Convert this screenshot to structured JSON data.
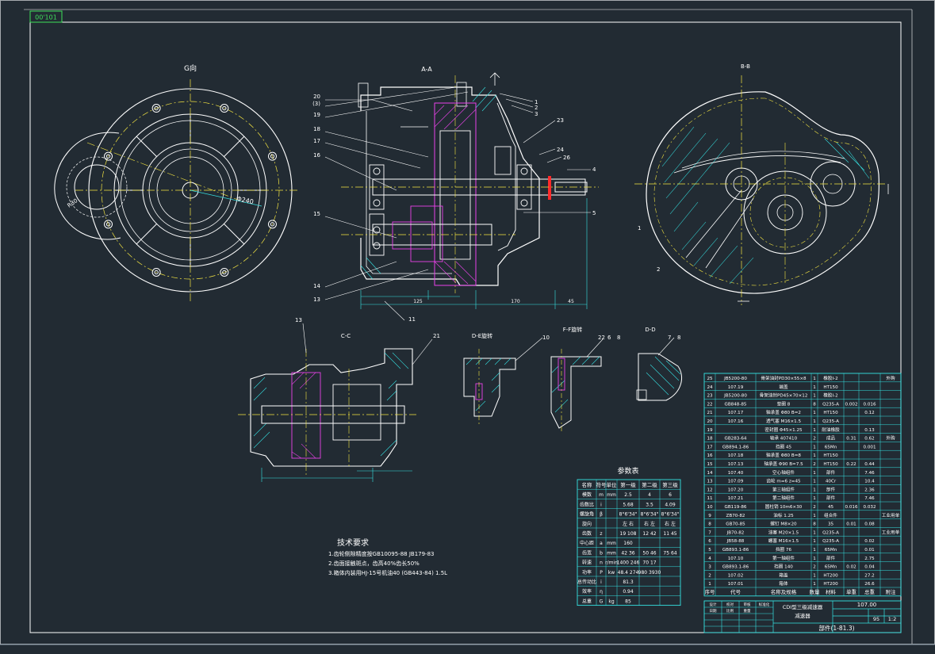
{
  "corner_tag": "00'101",
  "views": {
    "g_view": "G向",
    "a_a": "A-A",
    "b_b": "B-B",
    "c_c": "C-C",
    "d_rot": "D-E旋转",
    "f_rot": "F-F旋转",
    "d_d": "D-D"
  },
  "leader_numbers": {
    "left_col": [
      "20",
      "(3)",
      "19",
      "18",
      "17",
      "16",
      "15",
      "14",
      "13"
    ],
    "right_col": [
      "1",
      "2",
      "3",
      "23",
      "24",
      "26",
      "4",
      "5"
    ],
    "bottom": "11",
    "cc_top": "13",
    "cc_right": "21",
    "d_ref": "10",
    "f_ref": [
      "22",
      "6",
      "8"
    ],
    "dd_ref": [
      "7",
      "8"
    ],
    "bb_left": [
      "1",
      "2"
    ]
  },
  "dimension_labels": {
    "g_dia": "Φ240",
    "g_side": "R30",
    "aa_bottom": [
      "125",
      "170",
      "45"
    ]
  },
  "tech_req": {
    "title": "技术要求",
    "lines": [
      "1.齿轮侧隙精度按GB10095-88   JB179-83",
      "2.齿面接触斑点，齿高40%齿长50%",
      "3.箱体内装用HJ-15号机油40 (GB443-84) 1.5L"
    ]
  },
  "param_table": {
    "title": "参数表",
    "header": [
      "名称",
      "符号",
      "单位",
      "第一级",
      "第二级",
      "第三级"
    ],
    "rows": [
      [
        "模数",
        "m",
        "mm",
        "2.5",
        "4",
        "6"
      ],
      [
        "齿数比",
        "i",
        "",
        "5.68",
        "3.5",
        "4.09"
      ],
      [
        "螺旋角",
        "β",
        "",
        "8°6'34\"",
        "8°6'34\"",
        "8°6'34\""
      ],
      [
        "旋向",
        "",
        "",
        "左 右",
        "右 左",
        "右 左"
      ],
      [
        "齿数",
        "z",
        "",
        "19 108",
        "12 42",
        "11 45"
      ],
      [
        "中心距",
        "a",
        "mm",
        "160",
        "",
        ""
      ],
      [
        "齿宽",
        "b",
        "mm",
        "42 36",
        "50 46",
        "75 64"
      ],
      [
        "转速",
        "n",
        "r/min",
        "1400 246",
        "70 17",
        ""
      ],
      [
        "功率",
        "P",
        "kw",
        "48.4 274",
        "980 3930",
        ""
      ],
      [
        "总传动比",
        "i",
        "",
        "81.3",
        "",
        ""
      ],
      [
        "效率",
        "η",
        "",
        "0.94",
        "",
        ""
      ],
      [
        "总重",
        "G",
        "kg",
        "85",
        "",
        ""
      ]
    ]
  },
  "bom": {
    "rows": [
      [
        "25",
        "JB5200-80",
        "骨架油封PD30×55×8",
        "1",
        "橡胶I-2",
        "",
        "",
        "外购"
      ],
      [
        "24",
        "107.19",
        "端盖",
        "1",
        "HT150",
        "",
        "",
        ""
      ],
      [
        "23",
        "JB5200-80",
        "骨架油封PD45×70×12",
        "1",
        "橡胶I-2",
        "",
        "",
        ""
      ],
      [
        "22",
        "GB848-85",
        "垫圈 8",
        "8",
        "Q235-A",
        "0.002",
        "0.016",
        ""
      ],
      [
        "21",
        "107.17",
        "轴承盖 Φ80 B=2",
        "1",
        "HT150",
        "",
        "0.12",
        ""
      ],
      [
        "20",
        "107.16",
        "透气塞 M16×1.5",
        "1",
        "Q235-A",
        "",
        "",
        ""
      ],
      [
        "19",
        "",
        "密封圈 Φ45×1.25",
        "1",
        "耐油橡胶",
        "",
        "0.13",
        ""
      ],
      [
        "18",
        "GB283-64",
        "轴承 407410",
        "2",
        "成品",
        "0.31",
        "0.62",
        "外购"
      ],
      [
        "17",
        "GB894.1-86",
        "挡圈 45",
        "1",
        "65Mn",
        "",
        "0.001",
        ""
      ],
      [
        "16",
        "107.18",
        "轴承盖 Φ80 B=8",
        "1",
        "HT150",
        "",
        "",
        ""
      ],
      [
        "15",
        "107.13",
        "轴承盖 Φ90 B=7.5",
        "2",
        "HT150",
        "0.22",
        "0.44",
        ""
      ],
      [
        "14",
        "107.40",
        "空心轴组件",
        "1",
        "部件",
        "",
        "7.46",
        ""
      ],
      [
        "13",
        "107.09",
        "齿轮 m=6 z=45",
        "1",
        "40Cr",
        "",
        "10.4",
        ""
      ],
      [
        "12",
        "107.20",
        "第三轴组件",
        "1",
        "部件",
        "",
        "2.36",
        ""
      ],
      [
        "11",
        "107.21",
        "第二轴组件",
        "1",
        "部件",
        "",
        "7.46",
        ""
      ],
      [
        "10",
        "GB119-86",
        "圆柱销 10m6×30",
        "2",
        "45",
        "0.016",
        "0.032",
        ""
      ],
      [
        "9",
        "ZB70-82",
        "油标 1.25",
        "1",
        "组合件",
        "",
        "",
        "工业用单"
      ],
      [
        "8",
        "GB70-85",
        "螺钉 M8×20",
        "8",
        "35",
        "0.01",
        "0.08",
        ""
      ],
      [
        "7",
        "JB70-82",
        "油塞 M20×1.5",
        "1",
        "Q235-A",
        "",
        "",
        "工业用单"
      ],
      [
        "6",
        "JB58-88",
        "螺塞 M16×1.5",
        "1",
        "Q235-A",
        "",
        "0.02",
        ""
      ],
      [
        "5",
        "GB893.1-86",
        "挡圈 76",
        "1",
        "65Mn",
        "",
        "0.01",
        ""
      ],
      [
        "4",
        "107.10",
        "第一轴组件",
        "1",
        "部件",
        "",
        "2.75",
        ""
      ],
      [
        "3",
        "GB893.1-86",
        "挡圈 140",
        "2",
        "65Mn",
        "0.02",
        "0.04",
        ""
      ],
      [
        "2",
        "107.02",
        "箱盖",
        "1",
        "HT200",
        "",
        "27.2",
        ""
      ],
      [
        "1",
        "107.01",
        "箱体",
        "1",
        "HT200",
        "",
        "26.6",
        ""
      ]
    ],
    "header": [
      "序号",
      "代号",
      "名称及规格",
      "数量",
      "材料",
      "单重",
      "总重",
      "附注"
    ]
  },
  "title_block": {
    "code": "107.00",
    "name_line1": "CDI型三级减速器",
    "name_line2": "减速器",
    "drawing_no": "部件(1-81.3)",
    "scale": "1:2",
    "sheet": "95",
    "small_cells": [
      "设计",
      "校对",
      "审核",
      "标准化",
      "日期",
      "比例",
      "重量"
    ]
  },
  "colors": {
    "bg": "#222b33",
    "frame": "#ffffff",
    "outline": "#ffffff",
    "centerline": "#f5e642",
    "leader": "#36e3e3",
    "hatch": "#36e3e3",
    "part": "#e842e8",
    "accent_red": "#ff2a2a",
    "green": "#3ee05a"
  }
}
